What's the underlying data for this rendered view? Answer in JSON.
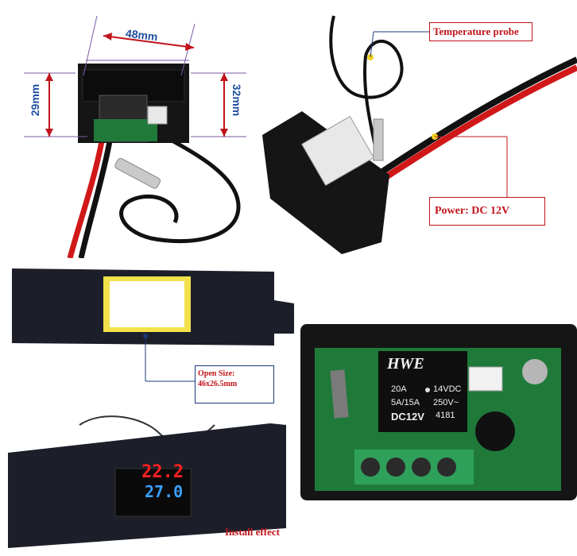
{
  "dimensions": {
    "width_label": "48mm",
    "height_left_label": "29mm",
    "height_right_label": "32mm"
  },
  "callouts": {
    "probe": "Temperature probe",
    "power": "Power: DC 12V",
    "open_size_line1": "Open Size:",
    "open_size_line2": "46x26.5mm"
  },
  "caption": "Install effect",
  "display": {
    "top_reading": "22.2",
    "bottom_reading": "27.0"
  },
  "relay": {
    "brand": "HWE",
    "line1_left": "20A",
    "line1_right": "14VDC",
    "line2_left": "5A/15A",
    "line2_right": "250V~",
    "line3_left": "DC12V",
    "line3_right": "4181"
  },
  "colors": {
    "callout_text": "#c0141b",
    "dimension_text": "#1e4fa0",
    "dimension_line": "#7a5aa6",
    "leader_line": "#1a3a7a",
    "display_red": "#ff2020",
    "display_blue": "#3aa0ff",
    "pcb_green": "#1f7a3a",
    "panel": "#1c1f2a"
  }
}
